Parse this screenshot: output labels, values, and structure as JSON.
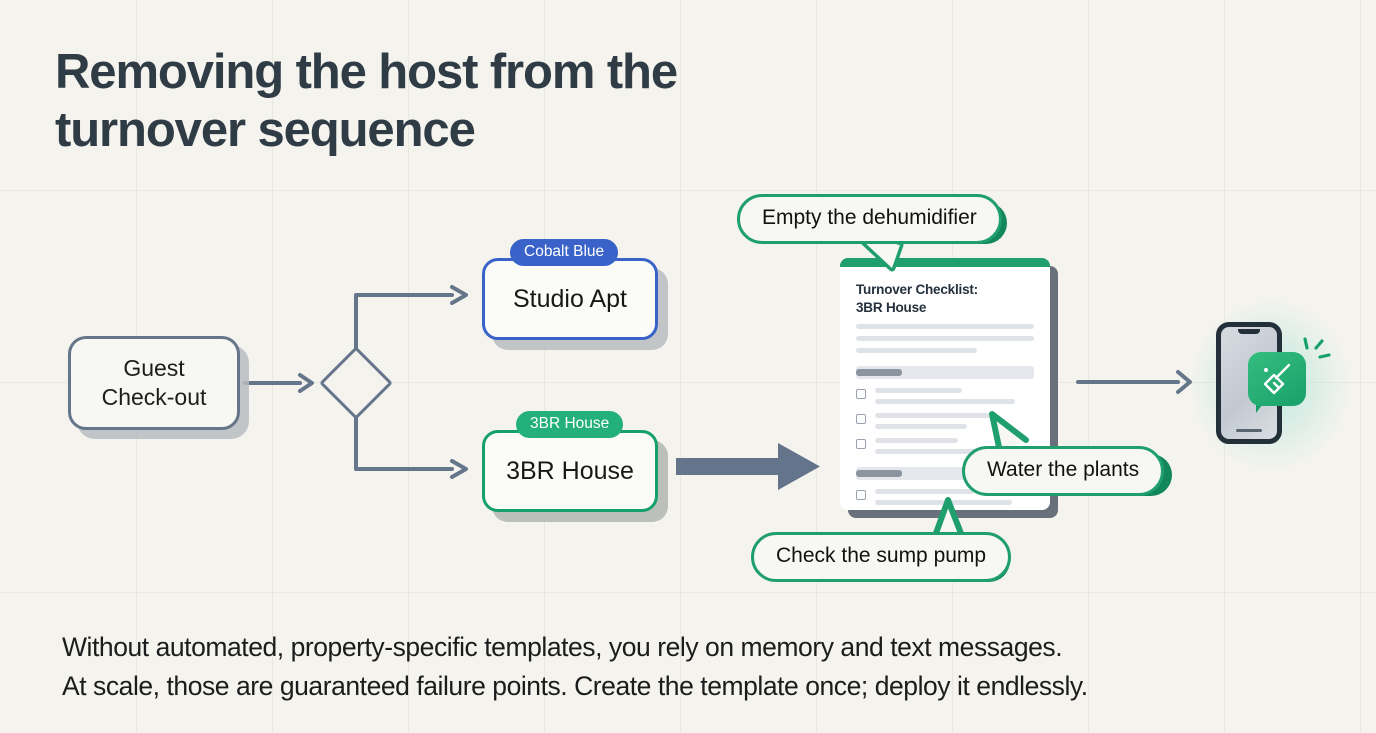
{
  "title": "Removing the host from the turnover sequence",
  "caption": {
    "line1": "Without automated, property-specific templates, you rely on memory and text messages.",
    "line2": "At scale, those are guaranteed failure points. Create the template once; deploy it endlessly."
  },
  "colors": {
    "background": "#f4f3ee",
    "grid": "#e8e7e0",
    "title_text": "#2f3b45",
    "slate": "#65758a",
    "cobalt_blue": "#3a63c9",
    "green": "#1f9e6e",
    "badge_green": "#23b07a",
    "doc_topbar": "#1f9e6e",
    "phone_frame": "#23303a"
  },
  "flow": {
    "start_node": {
      "line1": "Guest",
      "line2": "Check-out",
      "shape": "rounded-rect"
    },
    "decision_node": {
      "shape": "diamond",
      "label": ""
    },
    "branches": [
      {
        "badge": "Cobalt Blue",
        "label": "Studio Apt",
        "accent": "#3a63c9"
      },
      {
        "badge": "3BR House",
        "label": "3BR House",
        "accent": "#16a06c"
      }
    ]
  },
  "document": {
    "title_line1": "Turnover Checklist:",
    "title_line2": "3BR House",
    "body_lines": [
      100,
      100,
      68
    ],
    "sections": [
      {
        "chip": true,
        "items": [
          {
            "lines": [
              55,
              88
            ]
          },
          {
            "lines": [
              74,
              58
            ]
          },
          {
            "lines": [
              52,
              80
            ]
          }
        ]
      },
      {
        "chip": true,
        "items": [
          {
            "lines": [
              62,
              86
            ]
          },
          {
            "lines": [
              78,
              56
            ]
          }
        ]
      }
    ]
  },
  "callouts": [
    {
      "id": "dehumidifier",
      "text": "Empty the dehumidifier"
    },
    {
      "id": "water-plants",
      "text": "Water the plants"
    },
    {
      "id": "sump-pump",
      "text": "Check the sump pump"
    }
  ],
  "device": {
    "type": "smartphone",
    "notification_icon": "broom-icon",
    "sparkles": 3
  }
}
